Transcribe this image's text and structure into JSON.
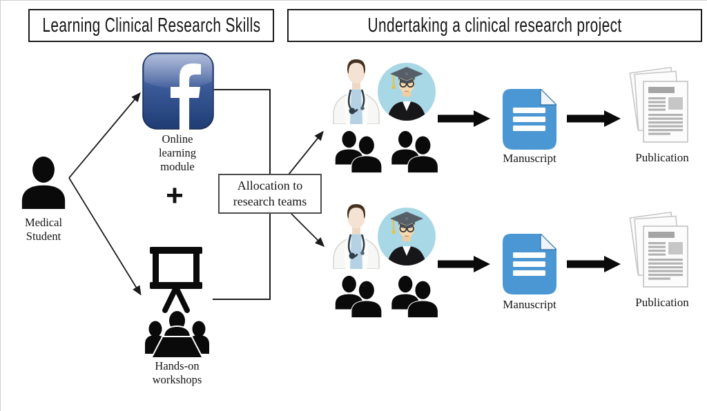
{
  "figure": {
    "header": {
      "left_title": "Learning Clinical Research Skills",
      "right_title": "Undertaking a clinical research project"
    },
    "learning": {
      "student_label": "Medical Student",
      "online_module_label": "Online learning module",
      "plus_sign": "+",
      "workshops_label": "Hands-on workshops"
    },
    "allocation_label": "Allocation to research teams",
    "rows": [
      {
        "manuscript_label": "Manuscript",
        "publication_label": "Publication"
      },
      {
        "manuscript_label": "Manuscript",
        "publication_label": "Publication"
      }
    ],
    "icons": {
      "student": "person-silhouette-icon",
      "online_module": "facebook-icon",
      "workshops": "presentation-board-meeting-icon",
      "team_doctor": "doctor-icon",
      "team_graduate": "graduate-student-icon",
      "team_members": "people-group-icon",
      "manuscript": "blue-document-icon",
      "publication": "stacked-papers-icon"
    },
    "colors": {
      "manuscript_blue": "#4a97d3",
      "facebook_blue_top": "#6e86bc",
      "facebook_blue_bottom": "#1f3d73",
      "graduate_circle_blue": "#a8d8e6",
      "silhouette_black": "#0a0a0a",
      "line_black": "#1a1a1a"
    }
  }
}
